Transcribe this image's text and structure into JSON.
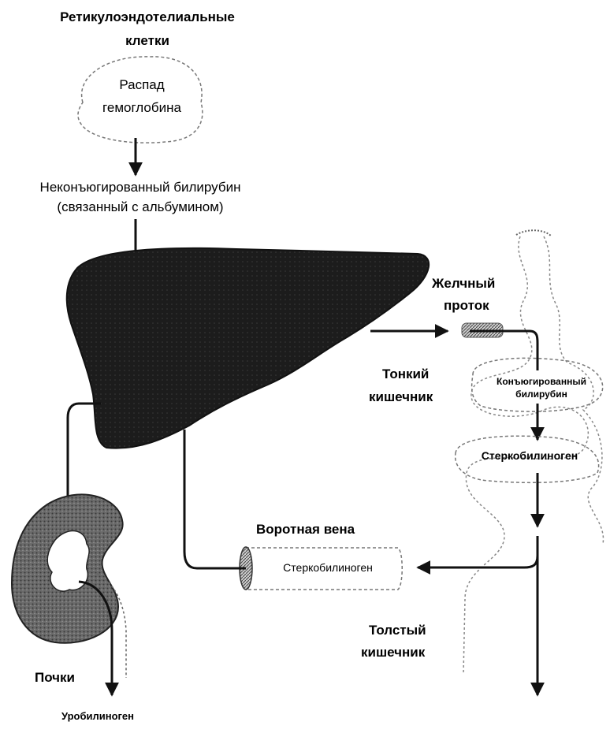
{
  "labels": {
    "reticulo_line1": "Ретикулоэндотелиальные",
    "reticulo_line2": "клетки",
    "breakdown_line1": "Распад",
    "breakdown_line2": "гемоглобина",
    "unconj_line1": "Неконъюгированный билирубин",
    "unconj_line2": "(связанный с альбумином)",
    "bile_duct_line1": "Желчный",
    "bile_duct_line2": "проток",
    "small_int_line1": "Тонкий",
    "small_int_line2": "кишечник",
    "conj_line1": "Конъюгированный",
    "conj_line2": "билирубин",
    "stercobilinogen_intestine": "Стеркобилиноген",
    "portal_vein": "Воротная вена",
    "stercobilinogen_vein": "Стеркобилиноген",
    "large_int_line1": "Толстый",
    "large_int_line2": "кишечник",
    "kidneys": "Почки",
    "urobilinogen": "Уробилиноген"
  },
  "colors": {
    "liver": "#1c1c1c",
    "kidney": "#5a5a5a",
    "arrow": "#111111",
    "outline": "#777777"
  }
}
